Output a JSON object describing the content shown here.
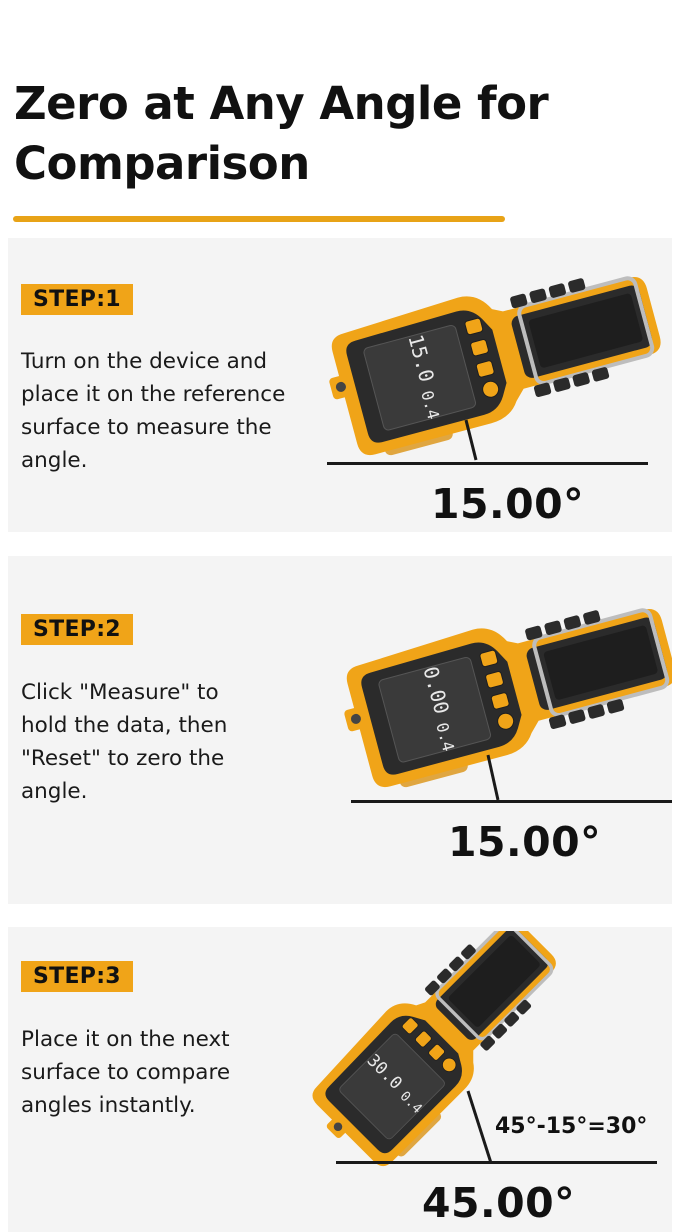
{
  "title": "Zero at Any Angle for Comparison",
  "colors": {
    "accent": "#f0a418",
    "card_bg": "#f4f4f4",
    "device_orange": "#f0a418",
    "device_body": "#2b2b2b"
  },
  "steps": [
    {
      "badge": "STEP:1",
      "text": "Turn on the device and place it on the reference surface to measure the angle.",
      "display_main": "15.0",
      "display_sub": "0.4",
      "reading": "15.00°"
    },
    {
      "badge": "STEP:2",
      "text": "Click \"Measure\" to hold the data, then \"Reset\" to zero the angle.",
      "display_main": "0.00",
      "display_sub": "0.4",
      "reading": "15.00°"
    },
    {
      "badge": "STEP:3",
      "text": "Place it on the next surface to compare angles instantly.",
      "display_main": "30.0",
      "display_sub": "0.4",
      "formula": "45°-15°=30°",
      "reading": "45.00°"
    }
  ]
}
